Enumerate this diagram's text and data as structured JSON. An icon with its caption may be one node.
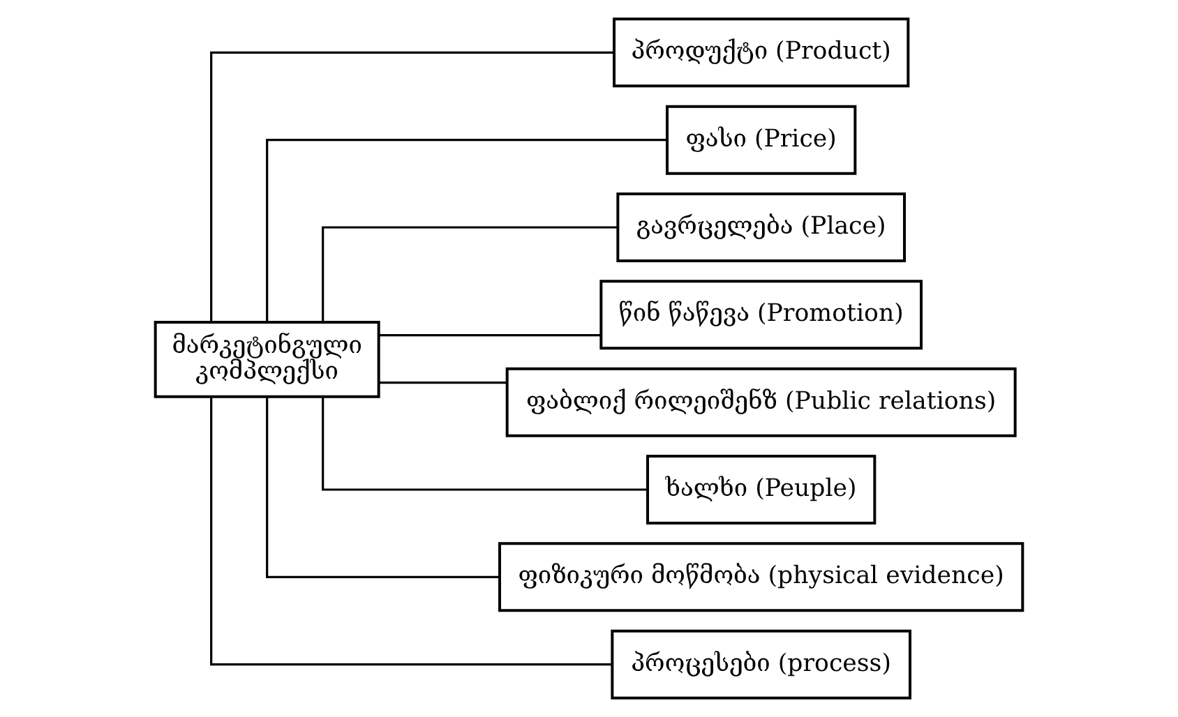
{
  "diagram": {
    "nodes": [
      {
        "text": [
          "მარკეტინგული კომპლექსი"
        ]
      },
      {
        "text": [
          "პროდუქტი (Product)"
        ]
      },
      {
        "text": [
          "ფასი (Price)"
        ]
      },
      {
        "text": [
          "გავრცელება (Place)"
        ]
      },
      {
        "text": [
          "წინ წაწევა (Promotion)"
        ]
      },
      {
        "text": [
          "ფაბლიქ რილეიშენზ (Public relations)"
        ]
      },
      {
        "text": [
          "ხალხი (Peuple)"
        ]
      },
      {
        "text": [
          "ფიზიკური მოწმობა (physical evidence)"
        ]
      },
      {
        "text": [
          "პროცესები (process)"
        ]
      }
    ],
    "edges": [
      {
        "from": 0,
        "to": 1,
        "arrow": "none"
      },
      {
        "from": 0,
        "to": 2,
        "arrow": "none"
      },
      {
        "from": 0,
        "to": 3,
        "arrow": "none"
      },
      {
        "from": 0,
        "to": 4,
        "arrow": "none"
      },
      {
        "from": 0,
        "to": 5,
        "arrow": "none"
      },
      {
        "from": 0,
        "to": 6,
        "arrow": "none"
      },
      {
        "from": 0,
        "to": 7,
        "arrow": "none"
      },
      {
        "from": 0,
        "to": 8,
        "arrow": "none"
      }
    ]
  }
}
